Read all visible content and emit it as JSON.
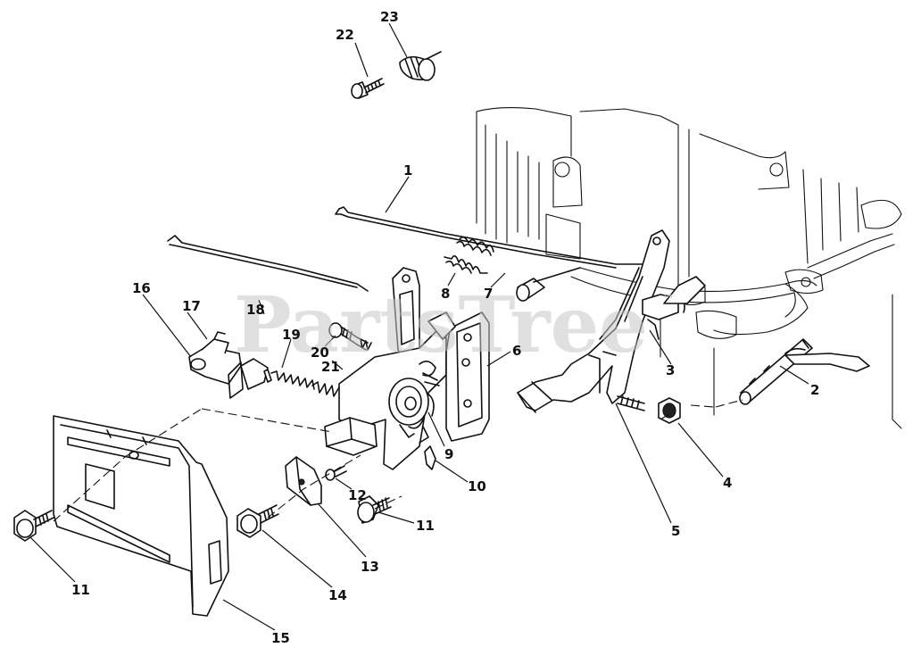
{
  "watermark": {
    "text": "PartsTree",
    "trademark": "™"
  },
  "callouts": [
    {
      "id": "c1",
      "label": "1"
    },
    {
      "id": "c2",
      "label": "2"
    },
    {
      "id": "c3",
      "label": "3"
    },
    {
      "id": "c4",
      "label": "4"
    },
    {
      "id": "c5",
      "label": "5"
    },
    {
      "id": "c6",
      "label": "6"
    },
    {
      "id": "c7",
      "label": "7"
    },
    {
      "id": "c8",
      "label": "8"
    },
    {
      "id": "c9",
      "label": "9"
    },
    {
      "id": "c10",
      "label": "10"
    },
    {
      "id": "c11a",
      "label": "11"
    },
    {
      "id": "c11b",
      "label": "11"
    },
    {
      "id": "c12",
      "label": "12"
    },
    {
      "id": "c13",
      "label": "13"
    },
    {
      "id": "c14",
      "label": "14"
    },
    {
      "id": "c15",
      "label": "15"
    },
    {
      "id": "c16",
      "label": "16"
    },
    {
      "id": "c17",
      "label": "17"
    },
    {
      "id": "c18",
      "label": "18"
    },
    {
      "id": "c19",
      "label": "19"
    },
    {
      "id": "c20",
      "label": "20"
    },
    {
      "id": "c21",
      "label": "21"
    },
    {
      "id": "c22",
      "label": "22"
    },
    {
      "id": "c23",
      "label": "23"
    }
  ]
}
